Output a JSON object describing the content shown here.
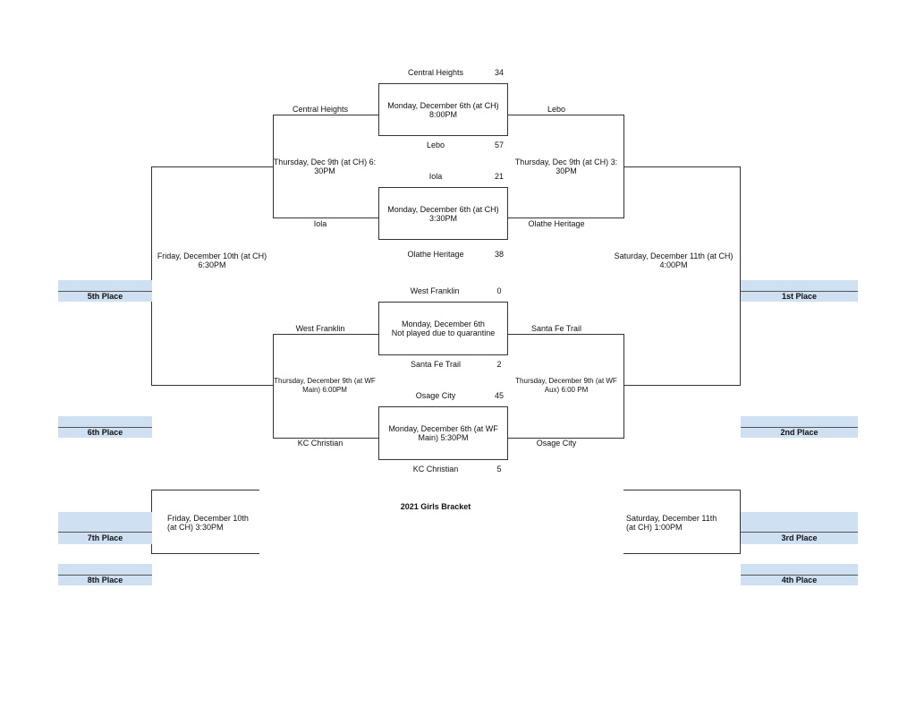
{
  "title": "2021 Girls Bracket",
  "first_round": [
    {
      "team1": "Central Heights",
      "score1": "34",
      "date": "Monday, December 6th (at CH)",
      "time": "8:00PM",
      "team2": "Lebo",
      "score2": "57"
    },
    {
      "team1": "Iola",
      "score1": "21",
      "date": "Monday, December 6th (at CH)",
      "time": "3:30PM",
      "team2": "Olathe Heritage",
      "score2": "38"
    },
    {
      "team1": "West Franklin",
      "score1": "0",
      "date": "Monday, December 6th",
      "time": "Not played due to quarantine",
      "team2": "Santa Fe Trail",
      "score2": "2"
    },
    {
      "team1": "Osage City",
      "score1": "45",
      "date": "Monday, December 6th (at WF",
      "time": "Main)  5:30PM",
      "team2": "KC Christian",
      "score2": "5"
    }
  ],
  "left_semis": [
    {
      "top_team": "Central Heights",
      "game_line1": "Thursday, Dec 9th (at CH) 6:",
      "game_line2": "30PM",
      "bottom_team": "Iola"
    },
    {
      "top_team": "West Franklin",
      "game_line1": "Thursday, December 9th (at WF",
      "game_line2": "Main) 6:00PM",
      "bottom_team": "KC Christian"
    }
  ],
  "right_semis": [
    {
      "top_team": "Lebo",
      "game_line1": "Thursday, Dec 9th (at CH) 3:",
      "game_line2": "30PM",
      "bottom_team": "Olathe Heritage"
    },
    {
      "top_team": "Santa Fe Trail",
      "game_line1": "Thursday, December 9th (at WF",
      "game_line2": "Aux) 6:00 PM",
      "bottom_team": "Osage City"
    }
  ],
  "left_final": {
    "line1": "Friday, December 10th (at CH)",
    "line2": "6:30PM"
  },
  "right_final": {
    "line1": "Saturday, December 11th (at CH)",
    "line2": "4:00PM"
  },
  "left_consolation": {
    "line1": "Friday, December 10th",
    "line2": "(at CH) 3:30PM"
  },
  "right_consolation": {
    "line1": "Saturday, December 11th",
    "line2": "(at CH) 1:00PM"
  },
  "places": {
    "fifth": "5th Place",
    "sixth": "6th Place",
    "seventh": "7th Place",
    "eighth": "8th Place",
    "first": "1st Place",
    "second": "2nd Place",
    "third": "3rd Place",
    "fourth": "4th Place"
  }
}
